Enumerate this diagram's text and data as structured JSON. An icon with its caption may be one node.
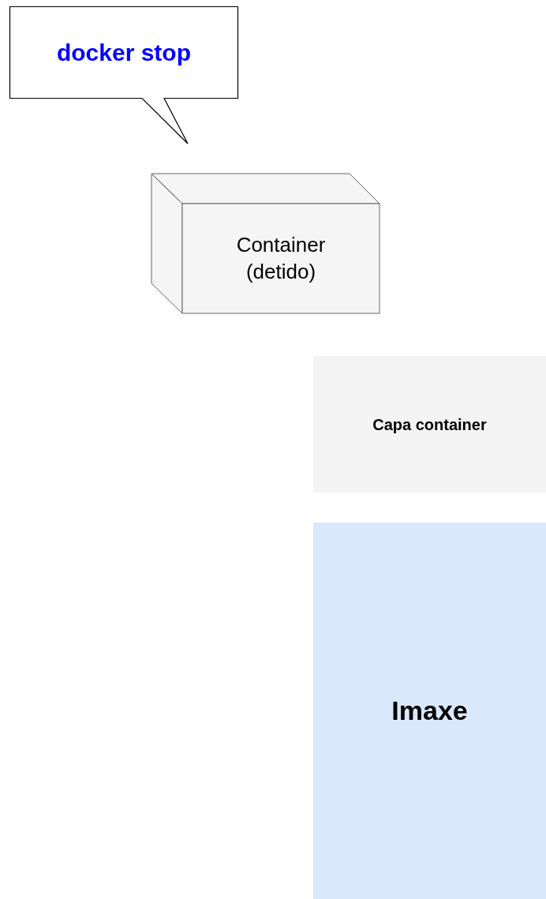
{
  "diagram": {
    "nodes": [
      {
        "text": [
          "docker stop"
        ]
      },
      {
        "text": [
          "Container (detido)"
        ]
      },
      {
        "text": [
          "Capa container"
        ]
      },
      {
        "text": [
          "Imaxe"
        ]
      }
    ]
  }
}
